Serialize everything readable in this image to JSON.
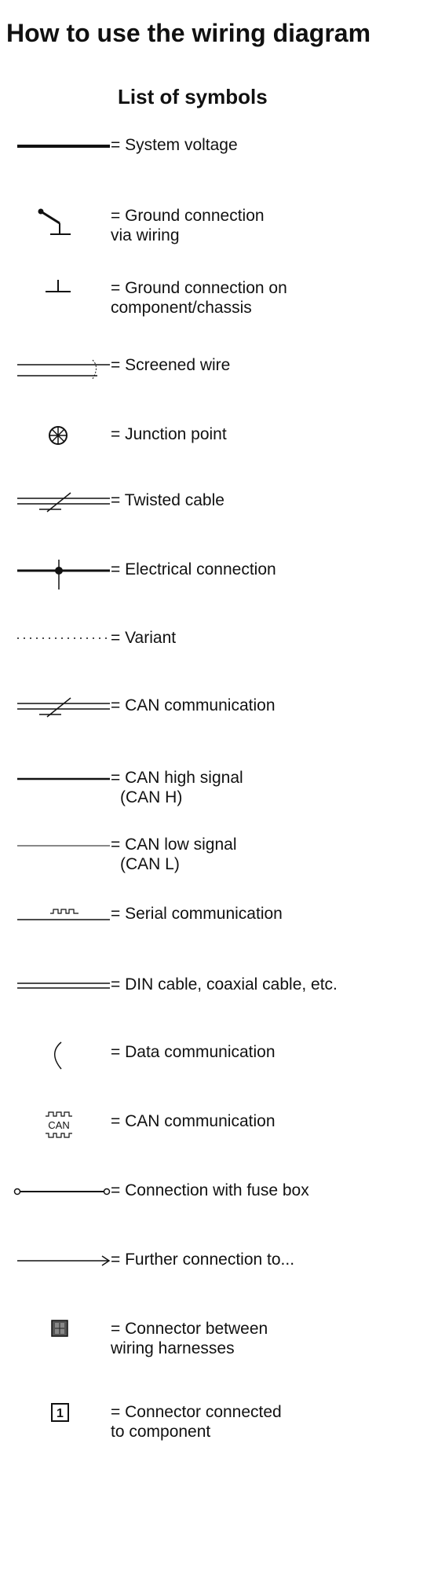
{
  "page": {
    "title": "How to use the wiring diagram",
    "section_title": "List of symbols"
  },
  "symbols": [
    {
      "icon": "system-voltage-line-icon",
      "line1": "= System voltage",
      "line2": ""
    },
    {
      "icon": "ground-via-wiring-icon",
      "line1": "= Ground connection",
      "line2": "via wiring"
    },
    {
      "icon": "ground-on-chassis-icon",
      "line1": "= Ground connection on",
      "line2": "component/chassis"
    },
    {
      "icon": "screened-wire-icon",
      "line1": "= Screened wire",
      "line2": ""
    },
    {
      "icon": "junction-point-icon",
      "line1": "= Junction point",
      "line2": ""
    },
    {
      "icon": "twisted-cable-icon",
      "line1": "= Twisted cable",
      "line2": ""
    },
    {
      "icon": "electrical-connection-icon",
      "line1": "= Electrical connection",
      "line2": ""
    },
    {
      "icon": "variant-dotted-line-icon",
      "line1": "= Variant",
      "line2": ""
    },
    {
      "icon": "can-twisted-cable-icon",
      "line1": "= CAN communication",
      "line2": ""
    },
    {
      "icon": "can-high-thick-line-icon",
      "line1": "= CAN high signal",
      "line2": "(CAN H)"
    },
    {
      "icon": "can-low-thin-line-icon",
      "line1": "= CAN low signal",
      "line2": "(CAN L)"
    },
    {
      "icon": "serial-square-wave-icon",
      "line1": "= Serial communication",
      "line2": ""
    },
    {
      "icon": "din-double-line-icon",
      "line1": "= DIN cable, coaxial cable, etc.",
      "line2": ""
    },
    {
      "icon": "data-curve-icon",
      "line1": "= Data communication",
      "line2": ""
    },
    {
      "icon": "can-box-icon",
      "line1": "= CAN communication",
      "line2": ""
    },
    {
      "icon": "fuse-box-connection-icon",
      "line1": "= Connection with fuse box",
      "line2": ""
    },
    {
      "icon": "further-connection-arrow-icon",
      "line1": "= Further connection to...",
      "line2": ""
    },
    {
      "icon": "connector-between-harnesses-icon",
      "line1": "= Connector between",
      "line2": "wiring harnesses"
    },
    {
      "icon": "connector-to-component-icon",
      "line1": "= Connector connected",
      "line2": "to component"
    }
  ],
  "glyphs": {
    "can_box_label": "CAN",
    "connector_number": "1"
  }
}
